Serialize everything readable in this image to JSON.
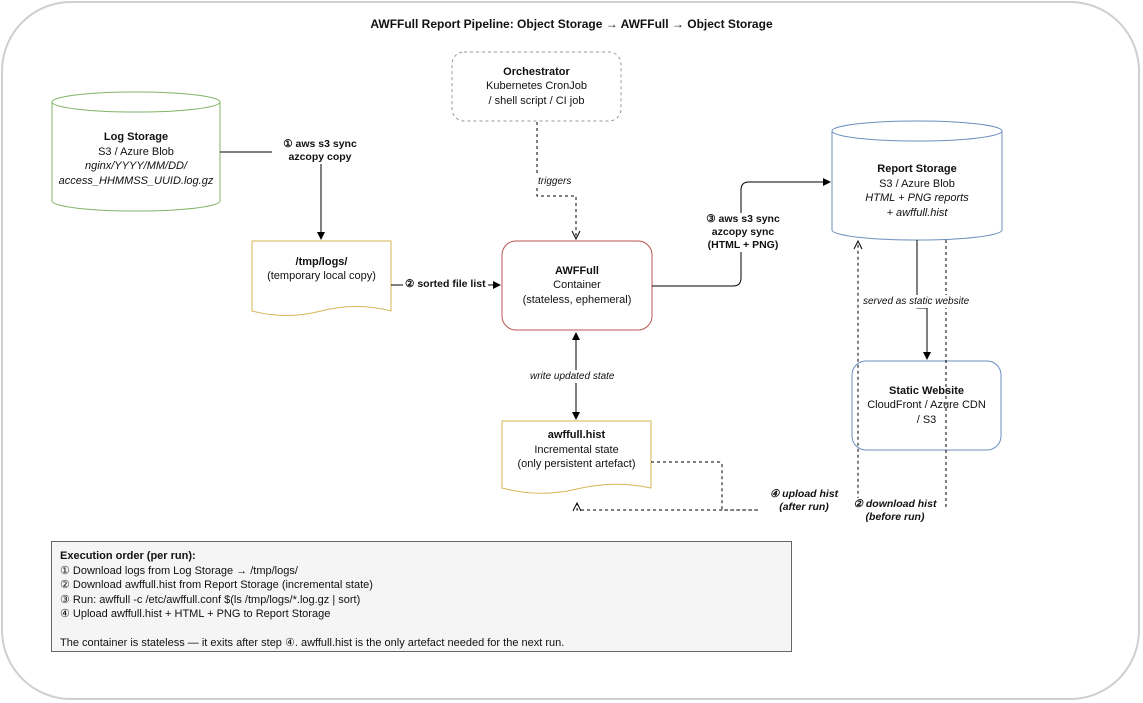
{
  "title": "AWFFull Report Pipeline: Object Storage → AWFFull → Object Storage",
  "nodes": {
    "log_storage": {
      "title": "Log Storage",
      "line1": "S3 / Azure Blob",
      "line2": "nginx/YYYY/MM/DD/",
      "line3": "access_HHMMSS_UUID.log.gz",
      "color": "#82b366"
    },
    "orchestrator": {
      "title": "Orchestrator",
      "line1": "Kubernetes CronJob",
      "line2": "/ shell script / CI job",
      "color": "#999999"
    },
    "report_storage": {
      "title": "Report Storage",
      "line1": "S3 / Azure Blob",
      "line2": "HTML + PNG reports",
      "line3": "+ awffull.hist",
      "color": "#6c8ebf"
    },
    "tmp_logs": {
      "title": "/tmp/logs/",
      "line1": "(temporary local copy)",
      "color": "#d6b656"
    },
    "awffull": {
      "title": "AWFFull",
      "line1": "Container",
      "line2": "(stateless, ephemeral)",
      "color": "#b85450"
    },
    "static_website": {
      "title": "Static Website",
      "line1": "CloudFront / Azure CDN",
      "line2": "/ S3",
      "color": "#6c8ebf"
    },
    "hist": {
      "title": "awffull.hist",
      "line1": "Incremental state",
      "line2": "(only persistent artefact)",
      "color": "#d6b656"
    }
  },
  "edges": {
    "download_logs": {
      "line1": "① aws s3 sync",
      "line2": "azcopy copy"
    },
    "triggers": "triggers",
    "sorted_list": "② sorted file list",
    "upload_reports": {
      "line1": "③ aws s3 sync",
      "line2": "azcopy sync",
      "line3": "(HTML + PNG)"
    },
    "served": "served as static website",
    "write_state": "write updated state",
    "upload_hist": {
      "line1": "④ upload hist",
      "line2": "(after run)"
    },
    "download_hist": {
      "line1": "② download hist",
      "line2": "(before run)"
    }
  },
  "legend": {
    "heading": "Execution order (per run):",
    "steps": [
      "① Download logs from Log Storage → /tmp/logs/",
      "② Download awffull.hist from Report Storage (incremental state)",
      "③ Run: awffull -c /etc/awffull.conf $(ls /tmp/logs/*.log.gz | sort)",
      "④ Upload awffull.hist + HTML + PNG to Report Storage"
    ],
    "note": "The container is stateless — it exits after step ④. awffull.hist is the only artefact needed for the next run."
  }
}
